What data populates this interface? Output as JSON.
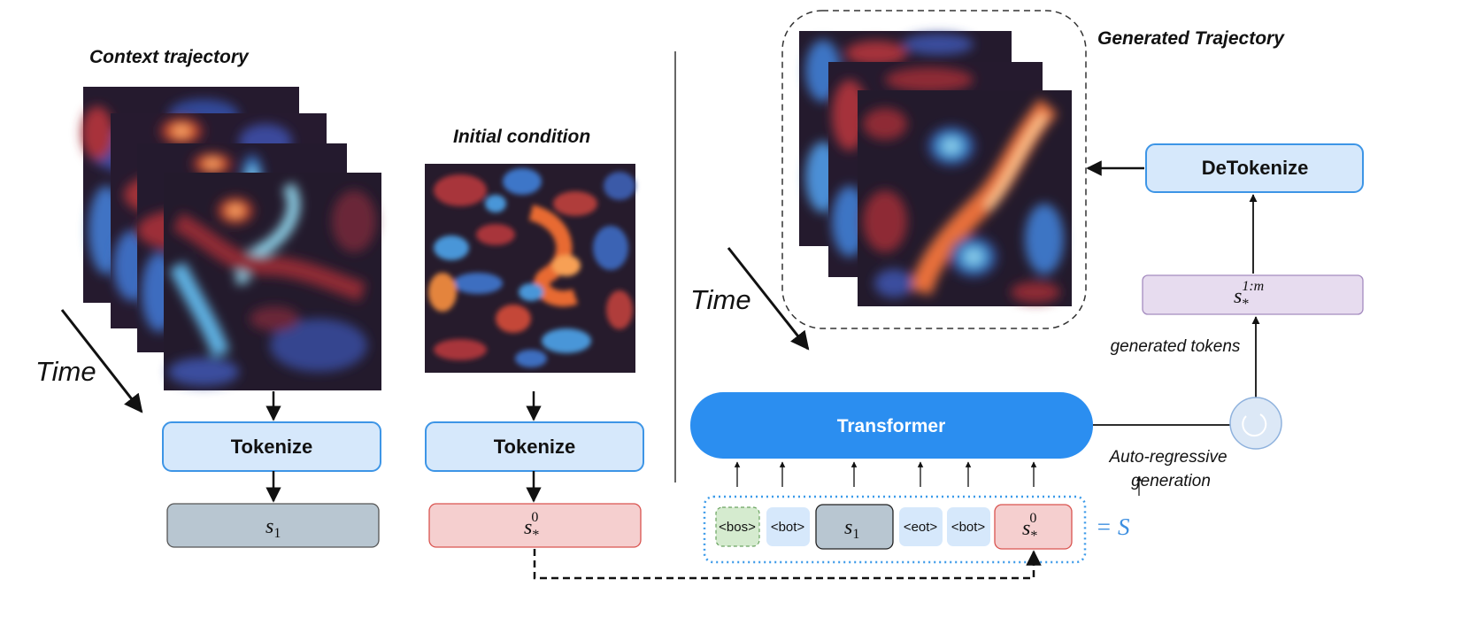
{
  "context": {
    "title": "Context trajectory",
    "time_label": "Time",
    "tokenize_label": "Tokenize",
    "token_label": "s",
    "token_sub": "1"
  },
  "initial": {
    "title": "Initial condition",
    "tokenize_label": "Tokenize",
    "token_base": "s",
    "token_sub": "*",
    "token_sup": "0"
  },
  "generated": {
    "title": "Generated Trajectory",
    "time_label": "Time",
    "detokenize_label": "DeTokenize",
    "gen_token_base": "s",
    "gen_token_sub": "*",
    "gen_token_sup": "1:m",
    "generated_tokens_label": "generated tokens"
  },
  "transformer": {
    "label": "Transformer",
    "autoregressive_line1": "Auto-regressive",
    "autoregressive_line2": "generation"
  },
  "sequence": {
    "tokens": [
      "<bos>",
      "<bot>",
      "s1",
      "<eot>",
      "<bot>",
      "s*0"
    ],
    "bos": "<bos>",
    "bot": "<bot>",
    "eot": "<eot>",
    "s1_base": "s",
    "s1_sub": "1",
    "s0_base": "s",
    "s0_sub": "*",
    "s0_sup": "0",
    "equals_label": "= S"
  },
  "colors": {
    "transformer": "#2b8ef0",
    "tokenize_fill": "#d6e8fb",
    "tokenize_stroke": "#3d95e6",
    "s1_fill": "#b8c6d1",
    "s0_fill": "#f5cfcf",
    "s0_stroke": "#d9534f",
    "gen_fill": "#e7dcef",
    "bos_fill": "#d5ebcf",
    "seq_border": "#3d9be9"
  }
}
